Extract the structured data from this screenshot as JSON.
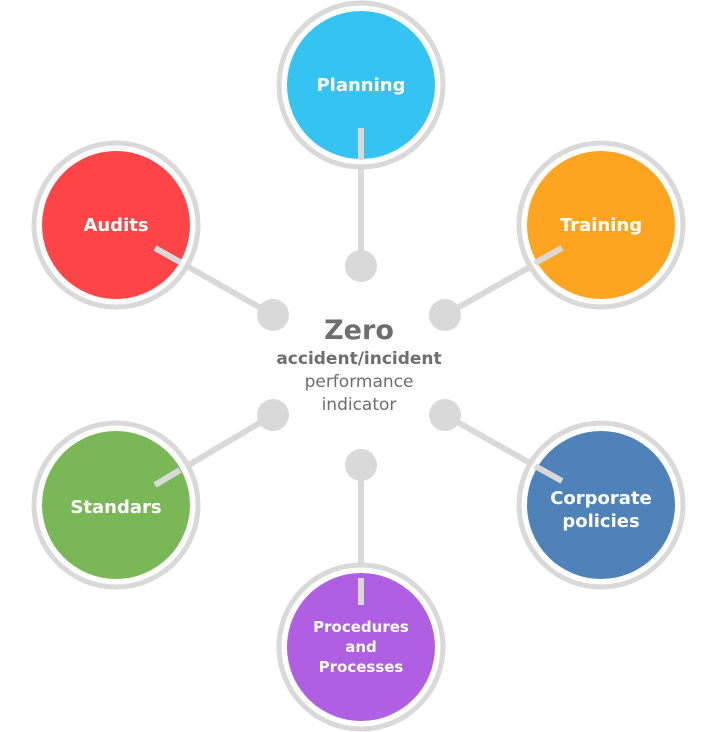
{
  "center": {
    "title": "Zero",
    "line1": "accident/incident",
    "line2": "performance",
    "line3": "indicator"
  },
  "nodes": [
    {
      "id": "planning",
      "label": "Planning",
      "color": "#35c3f2"
    },
    {
      "id": "training",
      "label": "Training",
      "color": "#fda520"
    },
    {
      "id": "corporate-policies",
      "label": "Corporate policies",
      "color": "#4f82b9"
    },
    {
      "id": "procedures",
      "label": "Procedures and Processes",
      "color": "#b05ee2"
    },
    {
      "id": "standars",
      "label": "Standars",
      "color": "#7ab857"
    },
    {
      "id": "audits",
      "label": "Audits",
      "color": "#fd4446"
    }
  ],
  "colors": {
    "ring": "#d9d9d9",
    "connector": "#d9d9d9",
    "text": "#6e6e6e"
  }
}
